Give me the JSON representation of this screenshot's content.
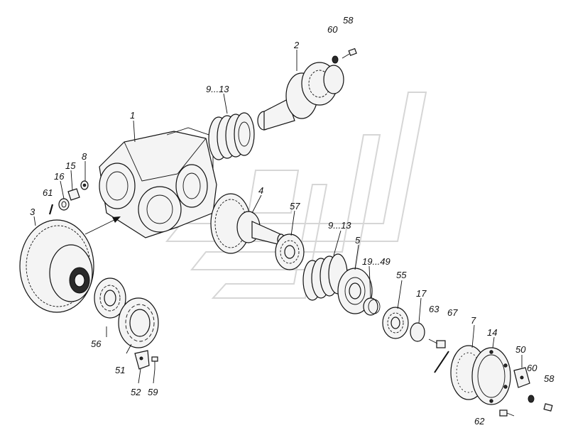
{
  "diagram": {
    "callouts": [
      {
        "id": "c1",
        "text": "1"
      },
      {
        "id": "c2",
        "text": "2"
      },
      {
        "id": "c3",
        "text": "3"
      },
      {
        "id": "c4",
        "text": "4"
      },
      {
        "id": "c5",
        "text": "5"
      },
      {
        "id": "c7",
        "text": "7"
      },
      {
        "id": "c8",
        "text": "8"
      },
      {
        "id": "c9_13a",
        "text": "9...13"
      },
      {
        "id": "c9_13b",
        "text": "9...13"
      },
      {
        "id": "c14",
        "text": "14"
      },
      {
        "id": "c15",
        "text": "15"
      },
      {
        "id": "c16",
        "text": "16"
      },
      {
        "id": "c17",
        "text": "17"
      },
      {
        "id": "c19_49",
        "text": "19...49"
      },
      {
        "id": "c50",
        "text": "50"
      },
      {
        "id": "c51",
        "text": "51"
      },
      {
        "id": "c52",
        "text": "52"
      },
      {
        "id": "c55",
        "text": "55"
      },
      {
        "id": "c56",
        "text": "56"
      },
      {
        "id": "c57",
        "text": "57"
      },
      {
        "id": "c58a",
        "text": "58"
      },
      {
        "id": "c58b",
        "text": "58"
      },
      {
        "id": "c59",
        "text": "59"
      },
      {
        "id": "c60a",
        "text": "60"
      },
      {
        "id": "c60b",
        "text": "60"
      },
      {
        "id": "c61",
        "text": "61"
      },
      {
        "id": "c62",
        "text": "62"
      },
      {
        "id": "c63",
        "text": "63"
      },
      {
        "id": "c67",
        "text": "67"
      }
    ]
  }
}
